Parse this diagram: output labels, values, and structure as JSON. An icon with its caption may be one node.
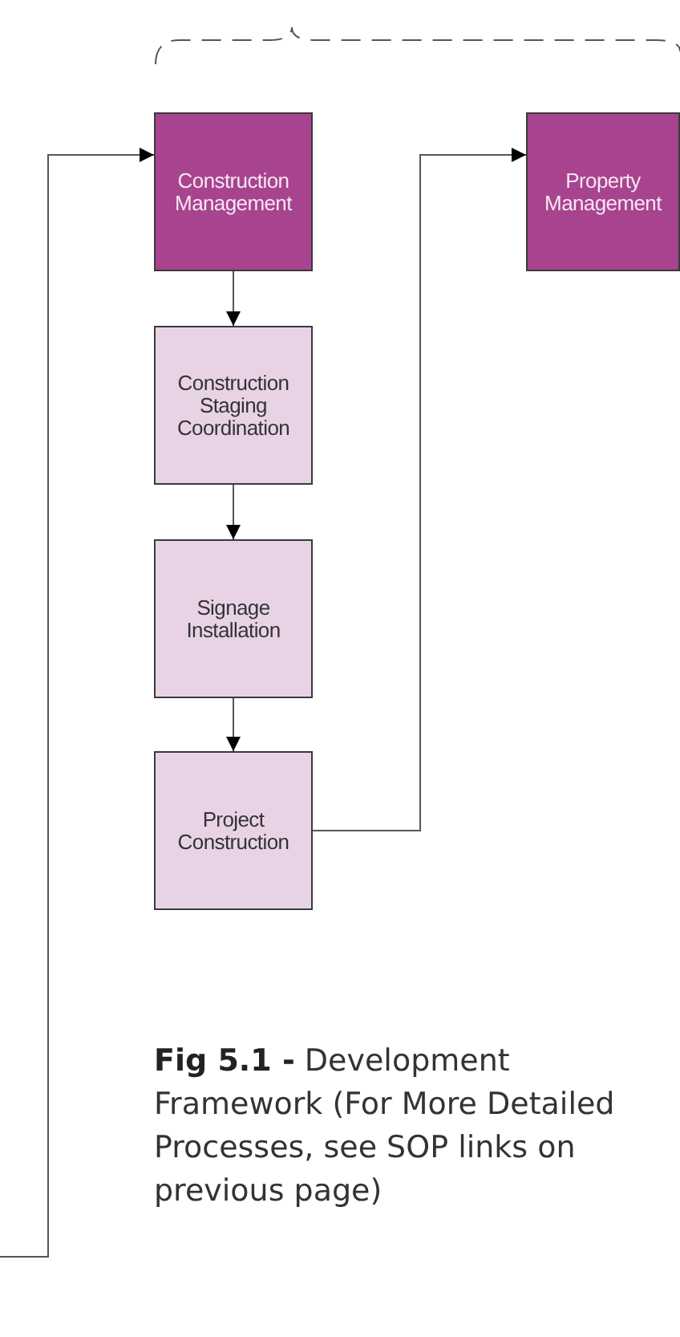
{
  "diagram": {
    "caption": "**Fig 5.1 -** Development Framework (For More Detailed Processes, see SOP links on previous page)",
    "nodes": [
      {
        "text": [
          "Construction Management"
        ]
      },
      {
        "text": [
          "Property Management"
        ]
      },
      {
        "text": [
          "Construction Staging Coordination"
        ]
      },
      {
        "text": [
          "Signage Installation"
        ]
      },
      {
        "text": [
          "Project Construction"
        ]
      }
    ],
    "edges": [
      {
        "from": 0,
        "to": 2,
        "arrow": "to"
      },
      {
        "from": 2,
        "to": 3,
        "arrow": "to"
      },
      {
        "from": 3,
        "to": 4,
        "arrow": "to"
      },
      {
        "from": 4,
        "to": 1,
        "arrow": "to"
      },
      {
        "from": null,
        "to": 0,
        "arrow": "to"
      }
    ]
  }
}
